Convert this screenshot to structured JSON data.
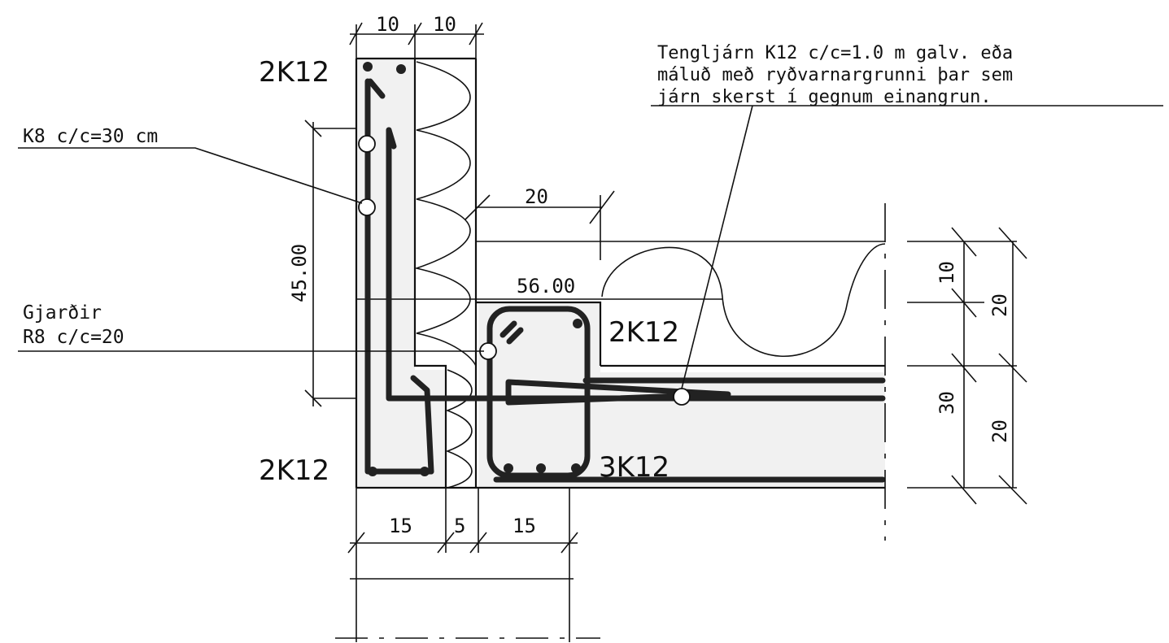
{
  "colors": {
    "ink": "#111111",
    "concrete": "#f1f1f1",
    "paper": "#ffffff"
  },
  "dimensions": {
    "top_left": "10",
    "top_right": "10",
    "left_vertical": "45.00",
    "mid_horizontal": "20",
    "mid_level": "56.00",
    "right_top": "10",
    "right_outer_top": "20",
    "right_middle": "30",
    "right_outer_bottom": "20",
    "bottom_left": "15",
    "bottom_mid": "5",
    "bottom_right": "15"
  },
  "labels": {
    "top_rebar": "2K12",
    "bottom_rebar": "2K12",
    "middle_rebar": "2K12",
    "slab_rebar": "3K12"
  },
  "notes": {
    "k8": "K8 c/c=30 cm",
    "stirrup_line1": "Gjarðir",
    "stirrup_line2": "R8 c/c=20",
    "tie_line1": "Tengljárn K12 c/c=1.0 m galv. eða",
    "tie_line2": "máluð með ryðvarnargrunni þar sem",
    "tie_line3": "járn skerst í gegnum einangrun."
  }
}
